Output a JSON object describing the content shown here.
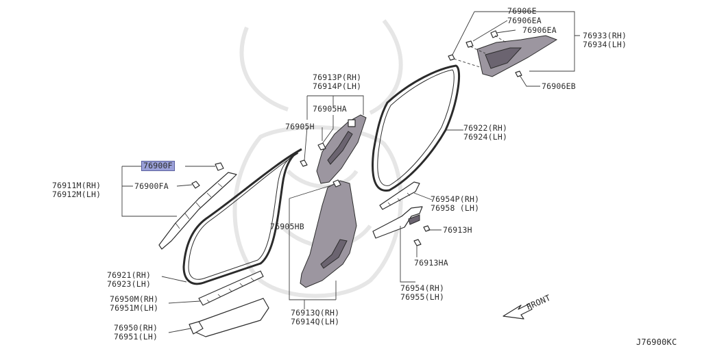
{
  "diagram_code": "J76900KC",
  "direction_label": "FRONT",
  "labels": {
    "l76906E": "76906E",
    "l76906EA_1": "76906EA",
    "l76906EA_2": "76906EA",
    "l76933": "76933(RH)",
    "l76934": "76934(LH)",
    "l76906EB": "76906EB",
    "l76913P": "76913P(RH)",
    "l76914P": "76914P(LH)",
    "l76905HA": "76905HA",
    "l76905H": "76905H",
    "l76922": "76922(RH)",
    "l76924": "76924(LH)",
    "l76900F": "76900F",
    "l76911M": "76911M(RH)",
    "l76912M": "76912M(LH)",
    "l76900FA": "76900FA",
    "l76954P": "76954P(RH)",
    "l76958": "76958 (LH)",
    "l76905HB": "76905HB",
    "l76913H": "76913H",
    "l76913HA": "76913HA",
    "l76921": "76921(RH)",
    "l76923": "76923(LH)",
    "l76954": "76954(RH)",
    "l76955": "76955(LH)",
    "l76950M": "76950M(RH)",
    "l76951M": "76951M(LH)",
    "l76913Q": "76913Q(RH)",
    "l76914Q": "76914Q(LH)",
    "l76950": "76950(RH)",
    "l76951": "76951(LH)"
  },
  "highlighted_part": "76900F",
  "colors": {
    "highlight": "#9aa0d8",
    "line": "#2b2b2b",
    "trim_dark": "#6b6470"
  }
}
